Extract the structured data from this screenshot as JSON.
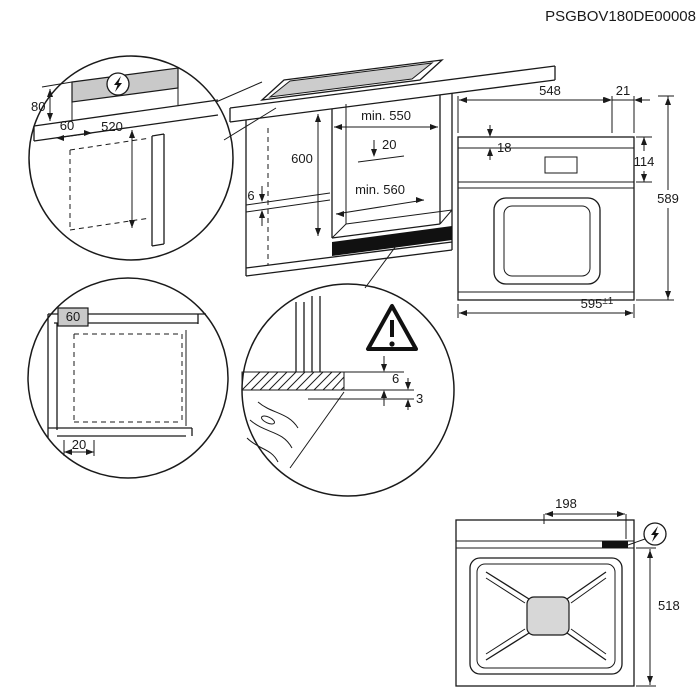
{
  "title": "PSGBOV180DE00008",
  "colors": {
    "line": "#1a1a1a",
    "gray": "#c9c9c9",
    "dark": "#111111"
  },
  "worktop_detail": {
    "dim_80": "80",
    "dim_60": "60",
    "dim_520": "520"
  },
  "niche": {
    "dim_min550": "min. 550",
    "dim_600": "600",
    "dim_20": "20",
    "dim_6": "6",
    "dim_min560": "min. 560"
  },
  "oven_front": {
    "dim_548": "548",
    "dim_21": "21",
    "dim_18": "18",
    "dim_114": "114",
    "dim_589": "589",
    "dim_595": "595",
    "dim_595_tol": "±1"
  },
  "corner_detail": {
    "dim_60": "60",
    "dim_20": "20"
  },
  "rear_gap_detail": {
    "dim_6": "6",
    "dim_3": "3"
  },
  "top_view": {
    "dim_198": "198",
    "dim_518": "518"
  }
}
